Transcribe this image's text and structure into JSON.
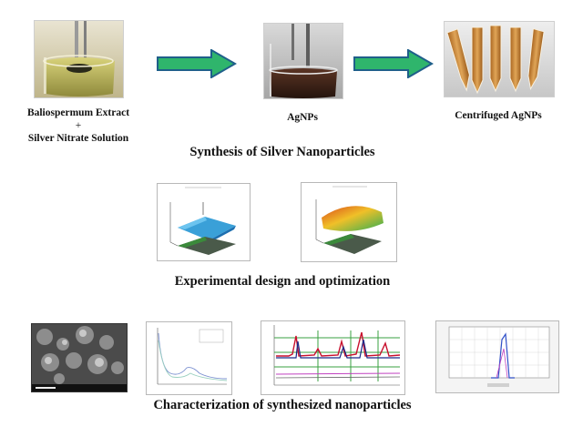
{
  "synthesis": {
    "step1_label_line1": "Baliospermum Extract",
    "step1_label_plus": "+",
    "step1_label_line2": "Silver Nitrate Solution",
    "step2_label": "AgNPs",
    "step3_label": "Centrifuged AgNPs",
    "title": "Synthesis of Silver Nanoparticles"
  },
  "design": {
    "title": "Experimental design and optimization"
  },
  "characterization": {
    "title": "Characterization of synthesized nanoparticles"
  },
  "colors": {
    "arrow_fill": "#2fb56c",
    "arrow_stroke": "#1f5f8a",
    "extract_liquid": "#c9c46a",
    "agnp_liquid": "#3a2418",
    "centrifuge_tubes": "#c98a3c"
  }
}
